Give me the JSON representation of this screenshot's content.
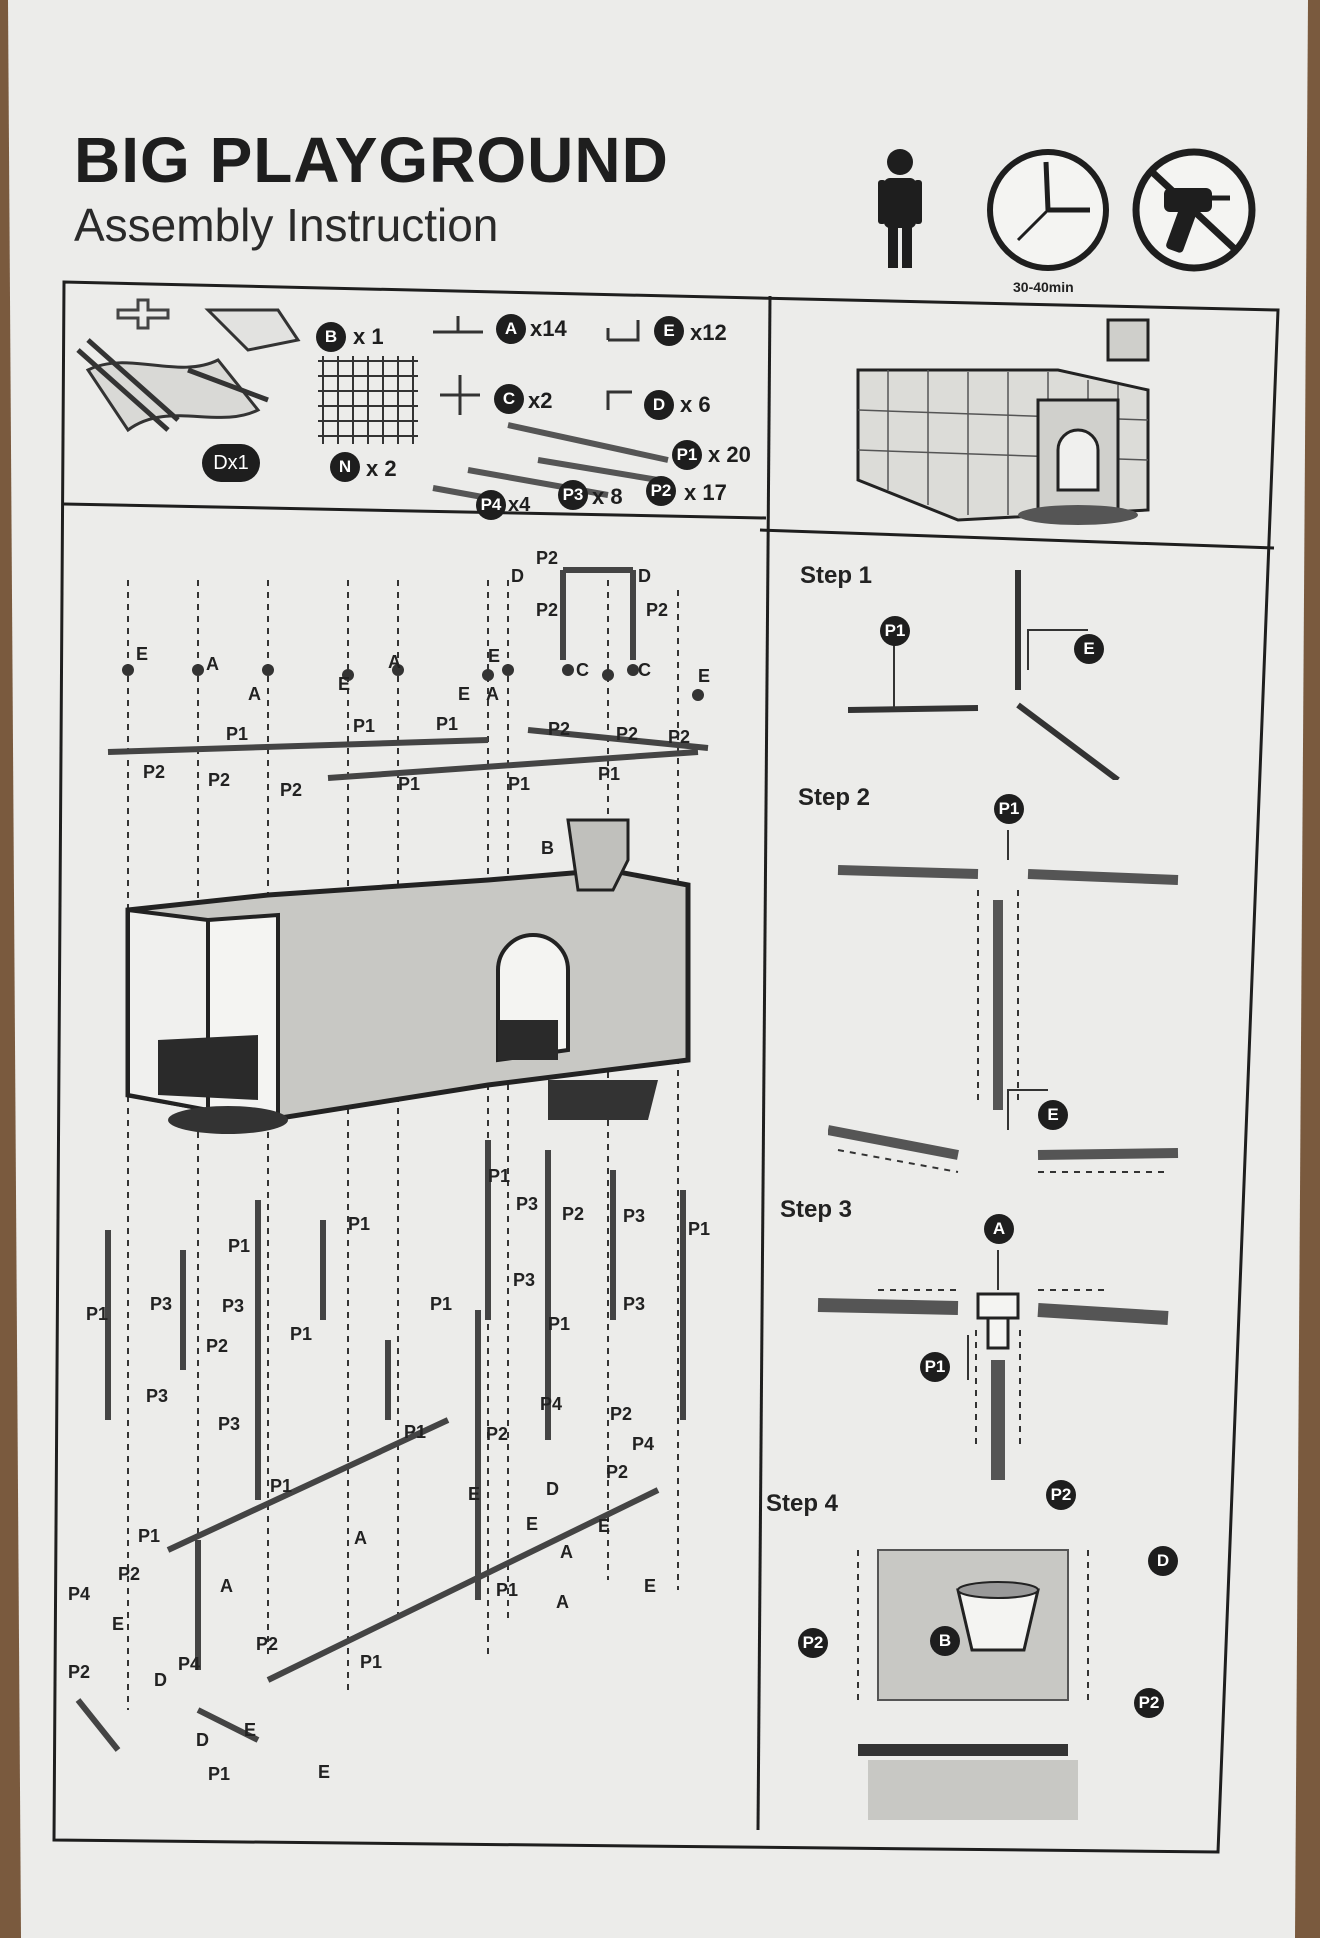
{
  "header": {
    "title": "BIG PLAYGROUND",
    "subtitle": "Assembly Instruction",
    "time_label": "30-40min",
    "icons": [
      "person-icon",
      "clock-icon",
      "no-drill-icon"
    ]
  },
  "parts": {
    "slide": {
      "badge": "Dx1"
    },
    "basket": {
      "badge": "B",
      "qty": "x 1"
    },
    "net": {
      "badge": "N",
      "qty": "x 2"
    },
    "connector_a": {
      "badge": "A",
      "qty": "x14"
    },
    "connector_e": {
      "badge": "E",
      "qty": "x12"
    },
    "connector_c": {
      "badge": "C",
      "qty": "x2"
    },
    "connector_d": {
      "badge": "D",
      "qty": "x 6"
    },
    "pole_p1": {
      "badge": "P1",
      "qty": "x 20"
    },
    "pole_p2": {
      "badge": "P2",
      "qty": "x 17"
    },
    "pole_p3": {
      "badge": "P3",
      "qty": "x 8"
    },
    "pole_p4": {
      "badge": "P4",
      "qty": "x4"
    }
  },
  "steps": [
    {
      "title": "Step 1",
      "labels": [
        "P1",
        "E"
      ]
    },
    {
      "title": "Step 2",
      "labels": [
        "P1",
        "E"
      ]
    },
    {
      "title": "Step 3",
      "labels": [
        "A",
        "P1"
      ]
    },
    {
      "title": "Step 4",
      "labels": [
        "P2",
        "D",
        "B",
        "P2",
        "P2"
      ]
    }
  ],
  "diagram_labels": {
    "top": [
      "P2",
      "D",
      "D",
      "P2",
      "P2",
      "C",
      "C",
      "E",
      "A",
      "A",
      "E",
      "A",
      "E",
      "A",
      "E",
      "E",
      "P1",
      "P1",
      "P1",
      "P2",
      "P2",
      "P2",
      "P2",
      "P2",
      "P2",
      "P1",
      "P1",
      "P1",
      "B"
    ],
    "bottom": [
      "P1",
      "P1",
      "P1",
      "P1",
      "P1",
      "P1",
      "P1",
      "P3",
      "P3",
      "P3",
      "P3",
      "P2",
      "P3",
      "P3",
      "P2",
      "P2",
      "P3",
      "P3",
      "P1",
      "P4",
      "P2",
      "P4",
      "P2",
      "P1",
      "P1",
      "P1",
      "P1",
      "P4",
      "P2",
      "P2",
      "P4",
      "P2",
      "P1",
      "E",
      "E",
      "D",
      "A",
      "A",
      "A",
      "E",
      "E",
      "D",
      "E",
      "E",
      "E",
      "D",
      "P1",
      "A"
    ]
  }
}
